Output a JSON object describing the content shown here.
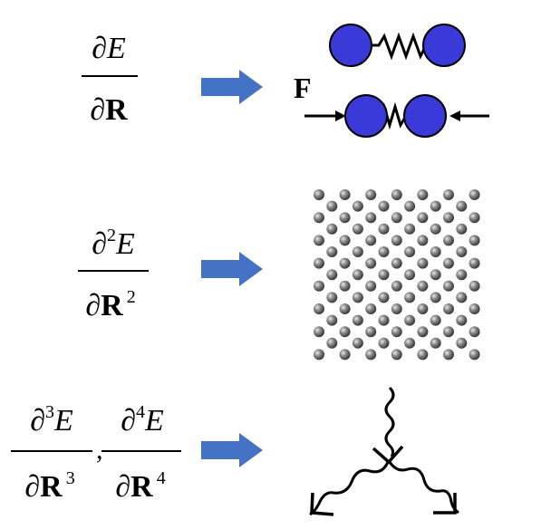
{
  "rows": [
    {
      "formula": {
        "numerator": {
          "d": "∂",
          "sup": "",
          "var": "E"
        },
        "denominator": {
          "d": "∂",
          "var": "R",
          "sup": ""
        }
      },
      "illustration": "spring-dimer",
      "force_label": "F"
    },
    {
      "formula": {
        "numerator": {
          "d": "∂",
          "sup": "2",
          "var": "E"
        },
        "denominator": {
          "d": "∂",
          "var": "R",
          "sup": "2"
        }
      },
      "illustration": "atom-lattice"
    },
    {
      "formulas": [
        {
          "numerator": {
            "d": "∂",
            "sup": "3",
            "var": "E"
          },
          "denominator": {
            "d": "∂",
            "var": "R",
            "sup": "3"
          }
        },
        {
          "numerator": {
            "d": "∂",
            "sup": "4",
            "var": "E"
          },
          "denominator": {
            "d": "∂",
            "var": "R",
            "sup": "4"
          }
        }
      ],
      "separator": ",",
      "illustration": "phonon-scattering"
    }
  ],
  "colors": {
    "arrow_fill": "#4472c4",
    "atom_blue": "#3a3ad8",
    "atom_gray": "#6b6b6b",
    "line": "#000000"
  }
}
